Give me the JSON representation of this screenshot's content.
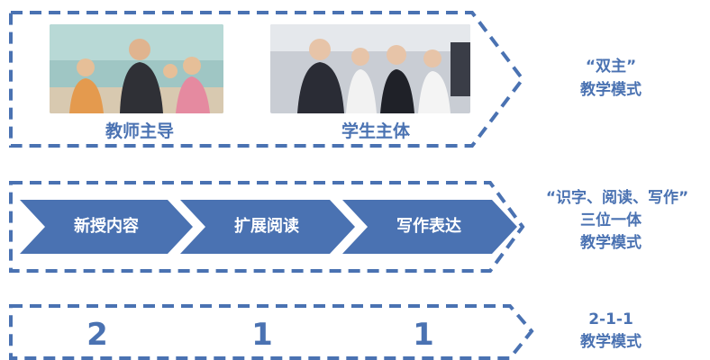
{
  "colors": {
    "accent": "#4a72b2",
    "frame": "#4a72b2",
    "text_on_accent": "#ffffff"
  },
  "row1": {
    "left_caption": "教师主导",
    "right_caption": "学生主体",
    "side_line1": "“双主”",
    "side_line2": "教学模式"
  },
  "row2": {
    "steps": [
      "新授内容",
      "扩展阅读",
      "写作表达"
    ],
    "side_line1": "“识字、阅读、写作”",
    "side_line2": "三位一体",
    "side_line3": "教学模式"
  },
  "row3": {
    "numbers": [
      "2",
      "1",
      "1"
    ],
    "side_line1": "2-1-1",
    "side_line2": "教学模式"
  }
}
